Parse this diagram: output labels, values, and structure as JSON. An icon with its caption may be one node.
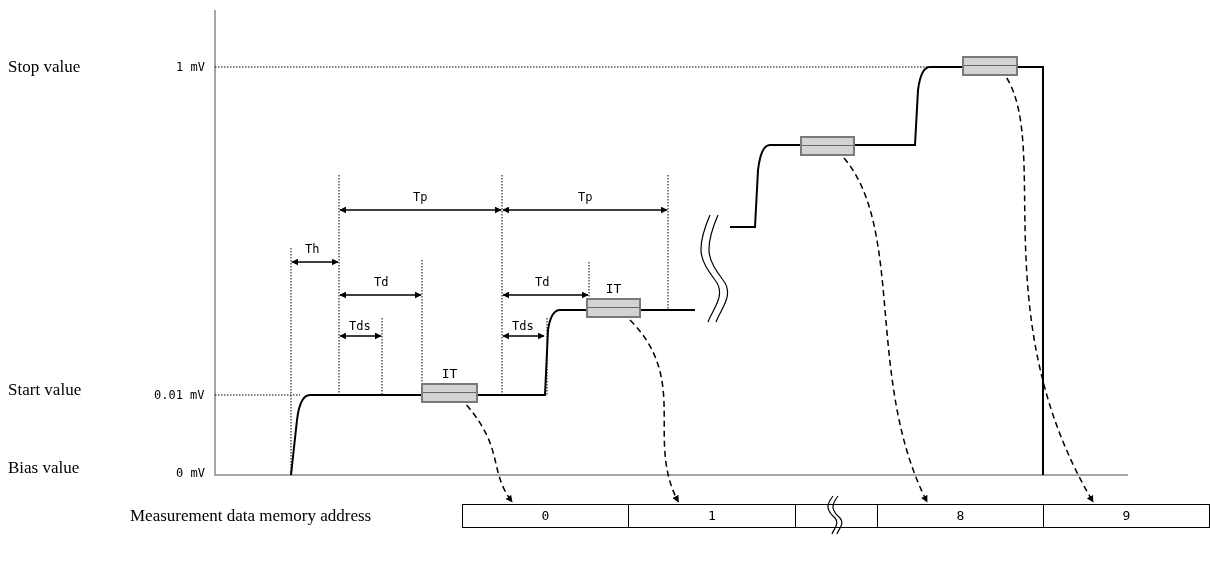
{
  "diagram": {
    "nodes": [
      {
        "text": [
          "IT"
        ]
      },
      {
        "text": [
          "IT"
        ]
      },
      {
        "text": [],
        "shape": "box"
      },
      {
        "text": [],
        "shape": "box"
      },
      {
        "text": [
          "0"
        ]
      },
      {
        "text": [
          "1"
        ]
      },
      {
        "text": [],
        "shape": "box"
      },
      {
        "text": [
          "8"
        ]
      },
      {
        "text": [
          "9"
        ]
      }
    ],
    "edges": [
      {
        "from": 0,
        "to": 4,
        "arrow": "to",
        "style": "dashed"
      },
      {
        "from": 1,
        "to": 5,
        "arrow": "to",
        "style": "dashed"
      },
      {
        "from": 2,
        "to": 7,
        "arrow": "to",
        "style": "dashed"
      },
      {
        "from": 3,
        "to": 8,
        "arrow": "to",
        "style": "dashed"
      }
    ],
    "labels": [
      "Stop value",
      "1 mV",
      "Tp",
      "Tp",
      "Th",
      "Td",
      "Td",
      "Tds",
      "Tds",
      "Start value",
      "0.01 mV",
      "Bias value",
      "0 mV",
      "Measurement data memory address"
    ]
  }
}
